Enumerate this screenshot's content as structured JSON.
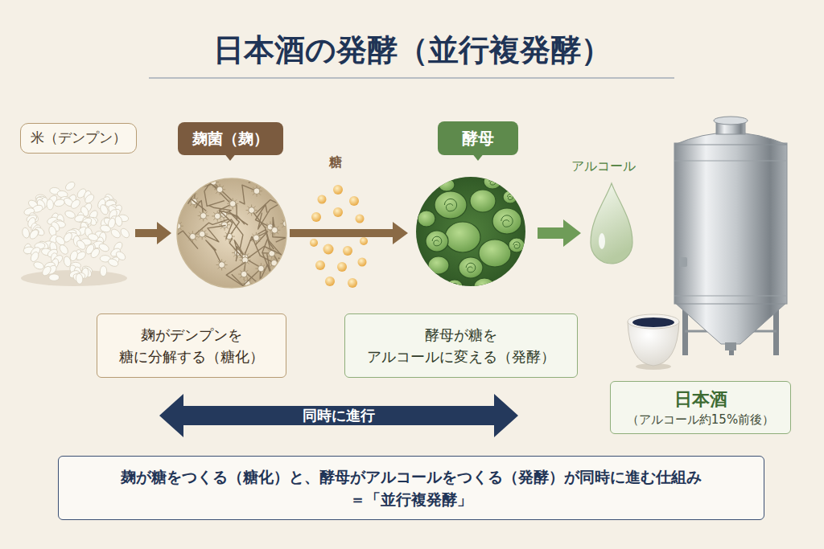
{
  "diagram": {
    "title": "日本酒の発酵（並行複発酵）",
    "nodes": [
      {
        "text": [
          "米（デンプン）"
        ]
      },
      {
        "text": [
          "麹菌（麹）"
        ]
      },
      {
        "text": [
          "酵母"
        ]
      },
      {
        "text": [
          "麹がデンプンを 糖に分解する（糖化）"
        ]
      },
      {
        "text": [
          "酵母が糖を アルコールに変える（発酵）"
        ]
      },
      {
        "text": [
          "日本酒",
          "（アルコール約15%前後）"
        ]
      },
      {
        "text": [
          "麹が糖をつくる（糖化）と、酵母がアルコールをつくる（発酵）が同時に進む仕組み ＝「並行複発酵」"
        ]
      }
    ],
    "labels": [
      "糖",
      "アルコール",
      "同時に進行"
    ]
  }
}
